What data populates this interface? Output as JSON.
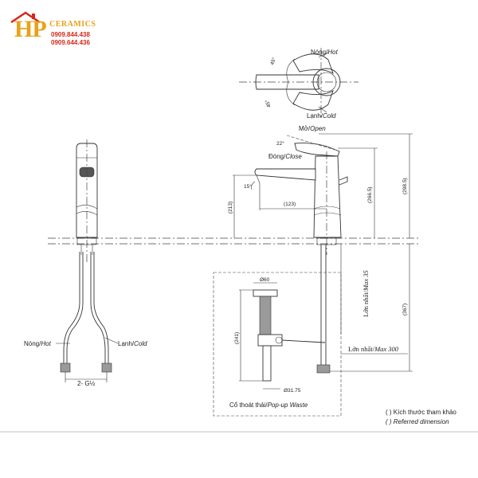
{
  "logo": {
    "mark": "HP",
    "brand": "CERAMICS",
    "phone_1": "0909.844.438",
    "phone_2": "0909.644.436"
  },
  "top_view": {
    "hot_label": "Nóng/",
    "hot_label_italic": "Hot",
    "cold_label": "Lạnh/",
    "cold_label_italic": "Cold",
    "angle_hot": "45°",
    "angle_cold": "45°"
  },
  "side_view": {
    "open_label": "Mở/",
    "open_label_italic": "Open",
    "close_label": "Đóng/",
    "close_label_italic": "Close",
    "angle_handle": "22°",
    "angle_spout": "15°",
    "dim_spout_reach": "(123)",
    "dim_spout_height": "(213)",
    "dim_body_height": "(266.5)",
    "dim_total_height": "(298.5)",
    "dim_below_deck": "(367)"
  },
  "deck": {
    "max_thickness_label": "Lớn nhất/",
    "max_thickness_italic": "Max 35",
    "max_lever_label": "Lớn nhất/",
    "max_lever_italic": "Max 300"
  },
  "front_view": {
    "hot_label": "Nóng/",
    "hot_label_italic": "Hot",
    "cold_label": "Lạnh/",
    "cold_label_italic": "Cold",
    "thread_label": "2- G½"
  },
  "popup": {
    "dim_top_diameter": "Ø60",
    "dim_height": "(241)",
    "dim_bottom_diameter": "Ø31.75",
    "caption": "Cổ thoát thải/",
    "caption_italic": "Pop-up Waste"
  },
  "legend": {
    "line_1": "(  ) Kích thước tham khảo",
    "line_2": "(  ) Referred dimension"
  }
}
